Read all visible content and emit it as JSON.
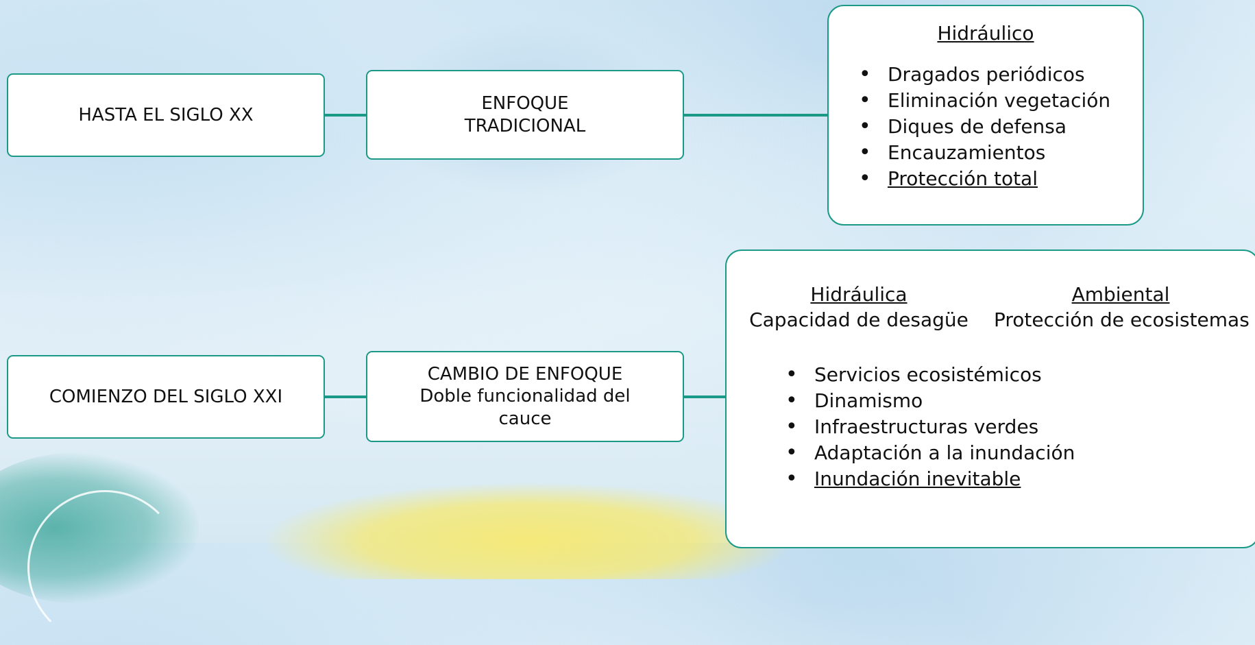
{
  "diagram": {
    "colors": {
      "border": "#1a9a86",
      "connector": "#1a9a86",
      "box_fill": "#ffffff",
      "text": "#111111"
    },
    "row_1": {
      "era": "HASTA EL SIGLO XX",
      "approach_line_1": "ENFOQUE",
      "approach_line_2": "TRADICIONAL",
      "details": {
        "heading": "Hidráulico",
        "bullets": [
          "Dragados periódicos",
          "Eliminación vegetación",
          "Diques de defensa",
          "Encauzamientos",
          "Protección total"
        ]
      }
    },
    "row_2": {
      "era": "COMIENZO DEL SIGLO XXI",
      "approach_line_1": "CAMBIO DE ENFOQUE",
      "approach_line_2": "Doble funcionalidad del",
      "approach_line_3": "cauce",
      "details": {
        "hydraulic_heading": "Hidráulica",
        "hydraulic_text": "Capacidad de desagüe",
        "environmental_heading": "Ambiental",
        "environmental_text": "Protección de ecosistemas",
        "bullets": [
          "Servicios ecosistémicos",
          "Dinamismo",
          "Infraestructuras verdes",
          "Adaptación a la inundación",
          "Inundación inevitable"
        ]
      }
    }
  }
}
